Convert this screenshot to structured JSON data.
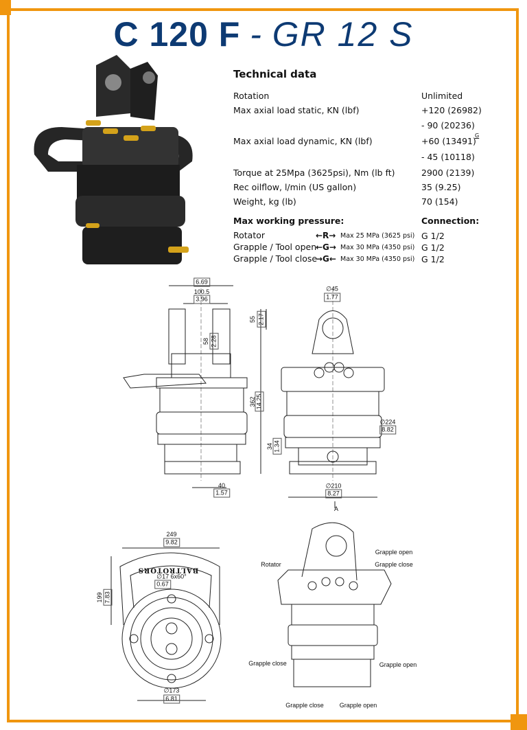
{
  "title": {
    "model": "C 120 F",
    "separator": "-",
    "variant": "GR 12 S"
  },
  "technical_data": {
    "heading": "Technical data",
    "rows": [
      {
        "label": "Rotation",
        "value": "Unlimited"
      },
      {
        "label": "Max axial load static, KN (lbf)",
        "value": "+120 (26982)"
      },
      {
        "label": "",
        "value": "- 90 (20236)"
      },
      {
        "label": "Max axial load dynamic, KN (lbf)",
        "value": "+60 (13491)"
      },
      {
        "label": "",
        "value": "- 45 (10118)"
      },
      {
        "label": "Torque at 25Mpa (3625psi), Nm (lb ft)",
        "value": "2900 (2139)"
      },
      {
        "label": "Rec oilflow, l/min (US gallon)",
        "value": "35 (9.25)"
      },
      {
        "label": "Weight, kg (lb)",
        "value": "70 (154)"
      }
    ],
    "dynamic_superscript": "G"
  },
  "pressure": {
    "heading": "Max working pressure:",
    "connection_heading": "Connection:",
    "rows": [
      {
        "label": "Rotator",
        "symbol": "←R→",
        "pressure": "Max 25 MPa (3625 psi)",
        "connection": "G 1/2"
      },
      {
        "label": "Grapple / Tool open",
        "symbol": "←G→",
        "pressure": "Max 30 MPa (4350 psi)",
        "connection": "G 1/2"
      },
      {
        "label": "Grapple / Tool close",
        "symbol": "→G←",
        "pressure": "Max 30 MPa (4350 psi)",
        "connection": "G 1/2"
      }
    ]
  },
  "dimensions": {
    "side": {
      "w_in": "6.69",
      "inner_mm": "100.5",
      "inner_in": "3.96",
      "top_mm": "55",
      "top_in": "2.17",
      "hole_mm": "58",
      "hole_in": "2.28",
      "height_mm": "362",
      "height_in": "14.25",
      "base_mm": "34",
      "base_in": "1.34",
      "port_mm": "40",
      "port_in": "1.57"
    },
    "front": {
      "pin_mm": "∅45",
      "pin_in": "1.77",
      "body_mm": "∅224",
      "body_in": "8.82",
      "base_mm": "∅210",
      "base_in": "8.27",
      "view": "A"
    },
    "top": {
      "width_mm": "249",
      "width_in": "9.82",
      "depth_mm": "199",
      "depth_in": "7.83",
      "holes_mm": "∅17  6x60°",
      "holes_in": "0.67",
      "dia_mm": "∅173",
      "dia_in": "6.81",
      "brand": "BALTROTORS"
    },
    "iso_labels": [
      "Rotator",
      "Grapple open",
      "Grapple close",
      "Grapple close",
      "Grapple open",
      "Grapple close",
      "Grapple open"
    ]
  },
  "colors": {
    "accent": "#f0960f",
    "title": "#0d3a73"
  }
}
